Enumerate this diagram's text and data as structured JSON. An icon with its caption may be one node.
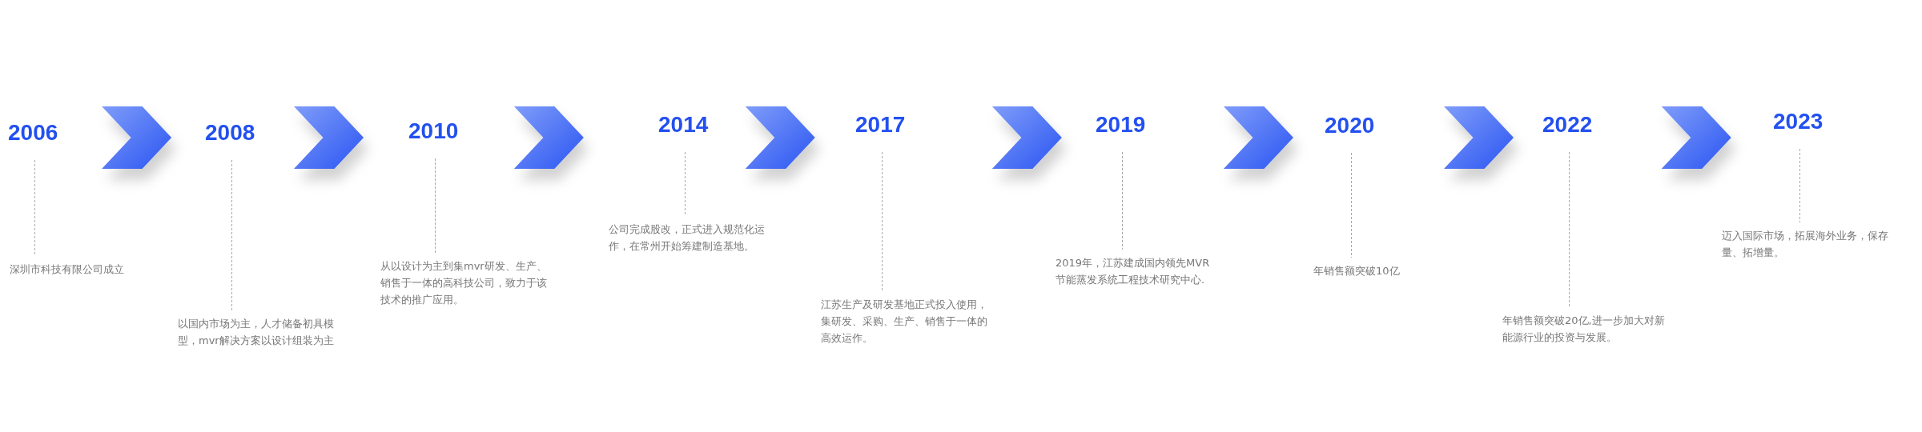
{
  "diagram": {
    "nodes": [
      {
        "text": [
          "2006"
        ]
      },
      {
        "text": [
          "2008"
        ]
      },
      {
        "text": [
          "2010"
        ]
      },
      {
        "text": [
          "2014"
        ]
      },
      {
        "text": [
          "2017"
        ]
      },
      {
        "text": [
          "2019"
        ]
      },
      {
        "text": [
          "2020"
        ]
      },
      {
        "text": [
          "2022"
        ]
      },
      {
        "text": [
          "2023"
        ]
      },
      {
        "text": [
          "深圳市科技有限公司成立"
        ]
      },
      {
        "text": [
          "以国内市场为主，人才储备初具模型，mvr解决方案以设计组装为主"
        ]
      },
      {
        "text": [
          "从以设计为主到集mvr研发、生产、销售于一体的高科技公司，致力于该技术的推广应用。"
        ]
      },
      {
        "text": [
          "公司完成股改，正式进入规范化运作，在常州开始筹建制造基地。"
        ]
      },
      {
        "text": [
          "江苏生产及研发基地正式投入使用，集研发、采购、生产、销售于一体的高效运作。"
        ]
      },
      {
        "text": [
          "2019年，江苏建成国内领先MVR节能蒸发系统工程技术研究中心."
        ]
      },
      {
        "text": [
          "年销售额突破10亿"
        ]
      },
      {
        "text": [
          "年销售额突破20亿,进一步加大对新能源行业的投资与发展。"
        ]
      },
      {
        "text": [
          "迈入国际市场，拓展海外业务，保存量、拓增量。"
        ]
      }
    ],
    "edges": [
      {
        "from": 0,
        "to": 1,
        "arrow": "to"
      },
      {
        "from": 1,
        "to": 2,
        "arrow": "to"
      },
      {
        "from": 2,
        "to": 3,
        "arrow": "to"
      },
      {
        "from": 3,
        "to": 4,
        "arrow": "to"
      },
      {
        "from": 4,
        "to": 5,
        "arrow": "to"
      },
      {
        "from": 5,
        "to": 6,
        "arrow": "to"
      },
      {
        "from": 6,
        "to": 7,
        "arrow": "to"
      },
      {
        "from": 7,
        "to": 8,
        "arrow": "to"
      },
      {
        "from": 0,
        "to": 9,
        "arrow": "none",
        "style": "dashed"
      },
      {
        "from": 1,
        "to": 10,
        "arrow": "none",
        "style": "dashed"
      },
      {
        "from": 2,
        "to": 11,
        "arrow": "none",
        "style": "dashed"
      },
      {
        "from": 3,
        "to": 12,
        "arrow": "none",
        "style": "dashed"
      },
      {
        "from": 4,
        "to": 13,
        "arrow": "none",
        "style": "dashed"
      },
      {
        "from": 5,
        "to": 14,
        "arrow": "none",
        "style": "dashed"
      },
      {
        "from": 6,
        "to": 15,
        "arrow": "none",
        "style": "dashed"
      },
      {
        "from": 7,
        "to": 16,
        "arrow": "none",
        "style": "dashed"
      },
      {
        "from": 8,
        "to": 17,
        "arrow": "none",
        "style": "dashed"
      }
    ]
  }
}
